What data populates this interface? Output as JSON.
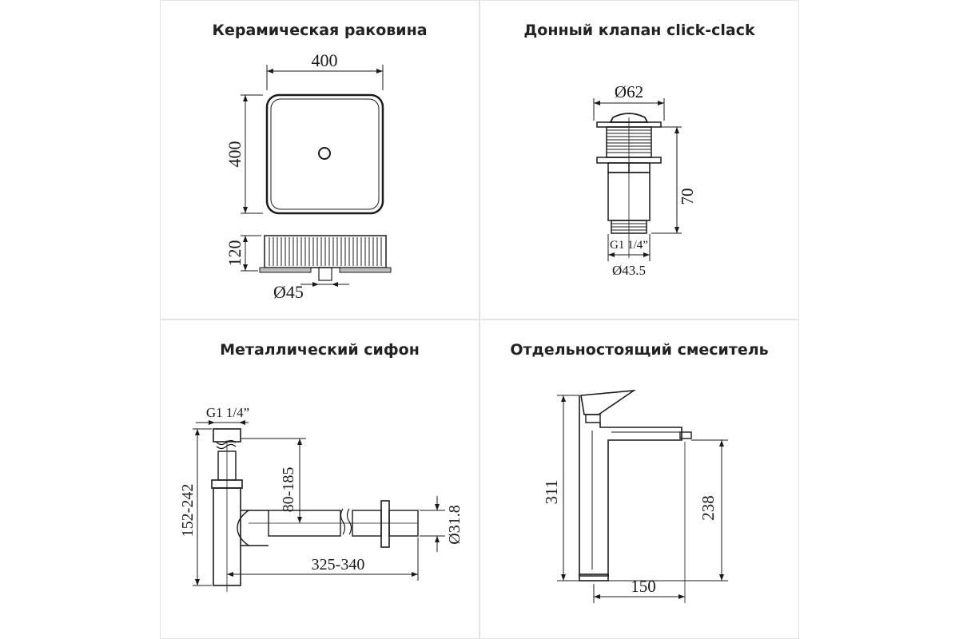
{
  "panels": {
    "sink": {
      "title": "Керамическая раковина",
      "dims": {
        "width": "400",
        "depth": "400",
        "height": "120",
        "drain": "Ø45"
      }
    },
    "valve": {
      "title": "Донный клапан click-clack",
      "dims": {
        "top": "Ø62",
        "height": "70",
        "thread": "G1 1/4”",
        "bottom": "Ø43.5"
      }
    },
    "siphon": {
      "title": "Металлический сифон",
      "dims": {
        "thread": "G1 1/4”",
        "total_height": "152-242",
        "adjust": "80-185",
        "length": "325-340",
        "outlet": "Ø31.8"
      }
    },
    "faucet": {
      "title": "Отдельностоящий смеситель",
      "dims": {
        "height": "311",
        "spout_height": "238",
        "reach": "150"
      }
    }
  },
  "colors": {
    "line": "#1a1a1a",
    "border": "#e2e2e2",
    "fill_gray": "#bdbdbd"
  }
}
